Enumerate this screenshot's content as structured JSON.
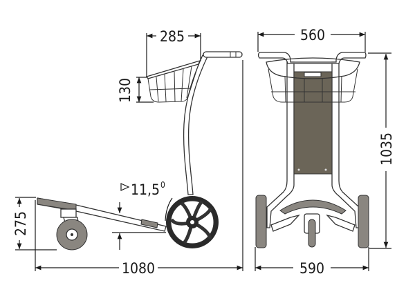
{
  "title": "Trolley dimension drawing",
  "side_view": {
    "basket_depth": "285",
    "basket_height": "130",
    "base_angle": "11,5",
    "angle_unit": "0",
    "ground_clearance": "275",
    "overall_length": "1080"
  },
  "front_view": {
    "handle_width": "560",
    "overall_height": "1035",
    "overall_width": "590"
  },
  "colors": {
    "line": "#1a1a1a",
    "plate": "#6b6558",
    "tyre": "#8a8680"
  }
}
